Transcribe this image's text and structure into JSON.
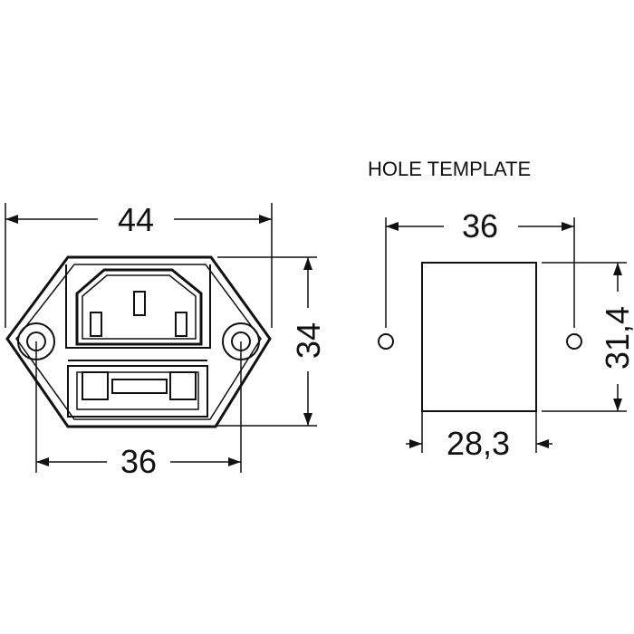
{
  "connector": {
    "width_label": "44",
    "height_label": "34",
    "hole_spacing_label": "36"
  },
  "hole_template": {
    "title": "HOLE TEMPLATE",
    "hole_spacing_label": "36",
    "height_label": "31,4",
    "cutout_width_label": "28,3"
  },
  "colors": {
    "ink": "#111111",
    "background": "#ffffff"
  }
}
